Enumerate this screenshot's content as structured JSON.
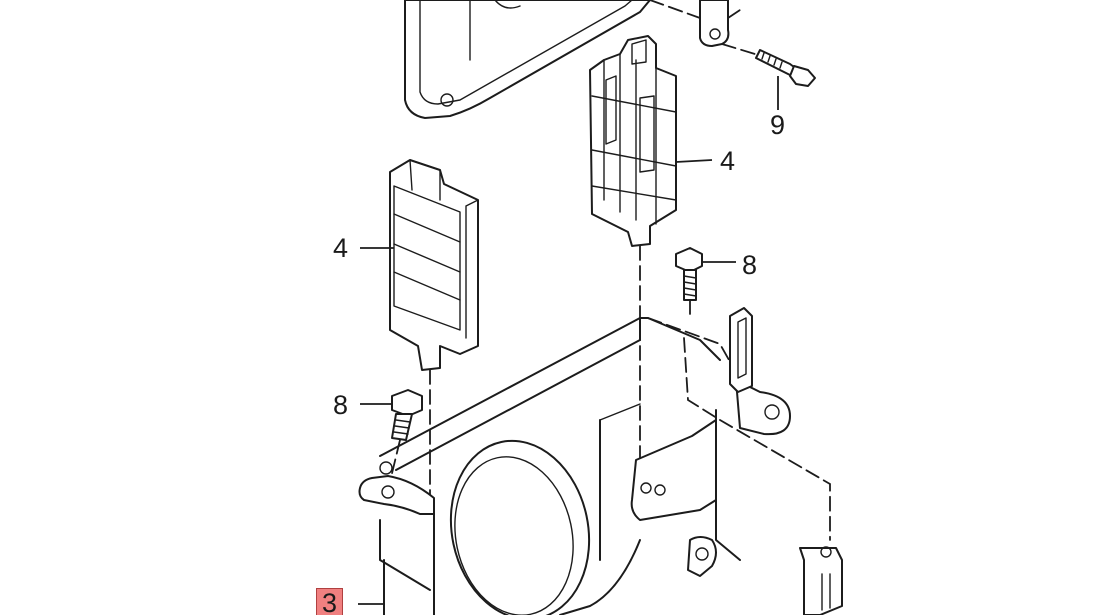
{
  "callouts": {
    "part_3": "3",
    "part_4_left": "4",
    "part_4_right": "4",
    "part_8_left": "8",
    "part_8_right": "8",
    "part_9": "9"
  },
  "colors": {
    "highlight": "#f08080",
    "line": "#1c1c1c",
    "background": "#ffffff"
  }
}
